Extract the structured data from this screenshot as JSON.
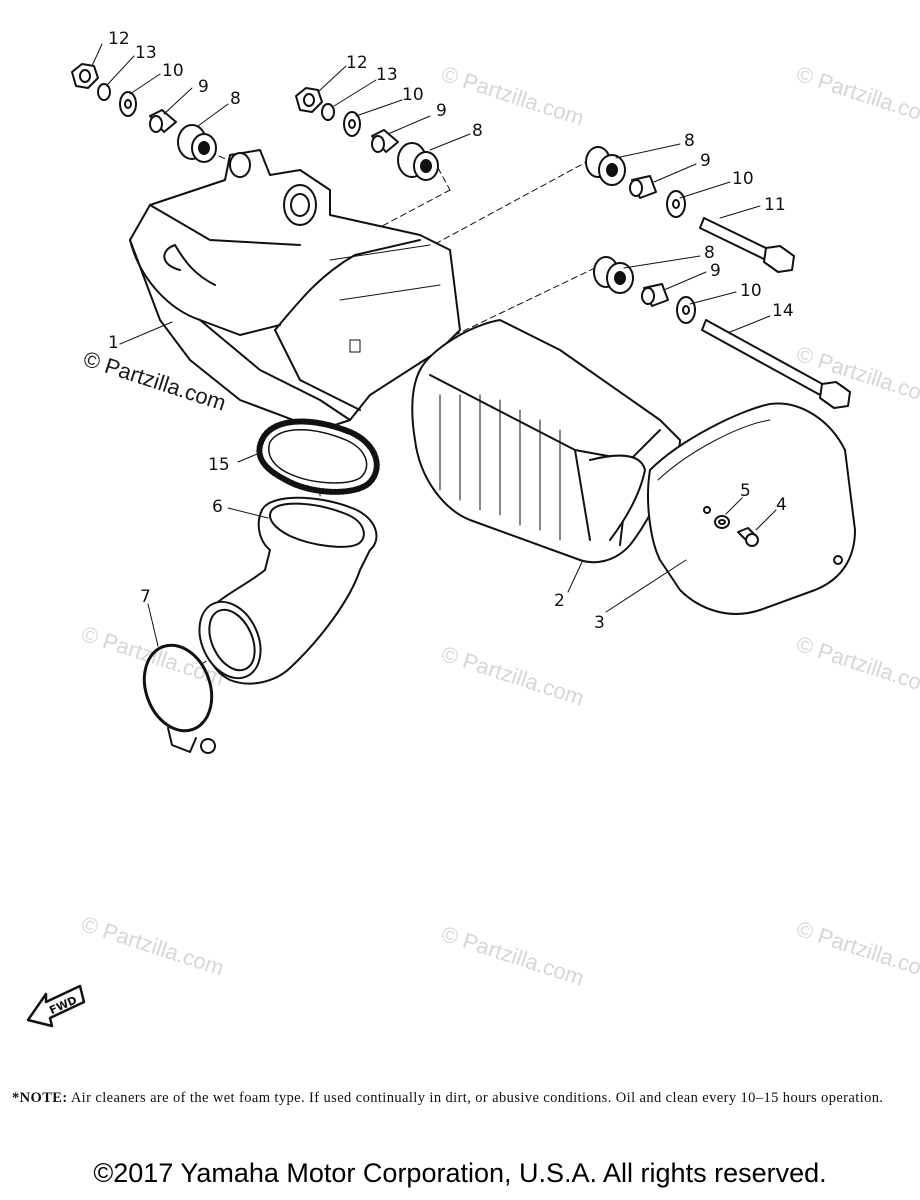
{
  "diagram": {
    "callouts": [
      {
        "id": "c12a",
        "text": "12"
      },
      {
        "id": "c13a",
        "text": "13"
      },
      {
        "id": "c10a",
        "text": "10"
      },
      {
        "id": "c9a",
        "text": "9"
      },
      {
        "id": "c8a",
        "text": "8"
      },
      {
        "id": "c12b",
        "text": "12"
      },
      {
        "id": "c13b",
        "text": "13"
      },
      {
        "id": "c10b",
        "text": "10"
      },
      {
        "id": "c9b",
        "text": "9"
      },
      {
        "id": "c8b",
        "text": "8"
      },
      {
        "id": "c8c",
        "text": "8"
      },
      {
        "id": "c9c",
        "text": "9"
      },
      {
        "id": "c10c",
        "text": "10"
      },
      {
        "id": "c11",
        "text": "11"
      },
      {
        "id": "c8d",
        "text": "8"
      },
      {
        "id": "c9d",
        "text": "9"
      },
      {
        "id": "c10d",
        "text": "10"
      },
      {
        "id": "c14",
        "text": "14"
      },
      {
        "id": "c1",
        "text": "1"
      },
      {
        "id": "c15",
        "text": "15"
      },
      {
        "id": "c6",
        "text": "6"
      },
      {
        "id": "c7",
        "text": "7"
      },
      {
        "id": "c2",
        "text": "2"
      },
      {
        "id": "c3",
        "text": "3"
      },
      {
        "id": "c5",
        "text": "5"
      },
      {
        "id": "c4",
        "text": "4"
      }
    ],
    "fwd_label": "FWD",
    "watermark": "© Partzilla.com"
  },
  "note": {
    "label": "*NOTE:",
    "text": "Air cleaners are of the wet foam type. If used continually in dirt, or abusive conditions. Oil and clean every 10–15 hours operation."
  },
  "copyright": "©2017 Yamaha Motor Corporation, U.S.A. All rights reserved."
}
